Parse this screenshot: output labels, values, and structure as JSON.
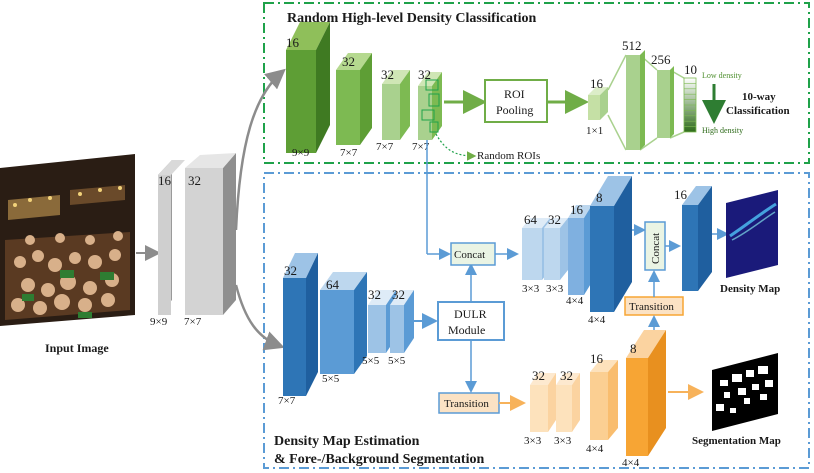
{
  "top_section": {
    "title": "Random High-level Density Classification",
    "layers": [
      {
        "channels": "16",
        "kernel": "9×9"
      },
      {
        "channels": "32",
        "kernel": "7×7"
      },
      {
        "channels": "32",
        "kernel": "7×7"
      },
      {
        "channels": "32",
        "kernel": "7×7"
      }
    ],
    "random_rois_label": "Random ROIs",
    "roi_pooling_line1": "ROI",
    "roi_pooling_line2": "Pooling",
    "fc_sizes": [
      "16",
      "512",
      "256",
      "10"
    ],
    "fc_input_size": "1×1",
    "low_density_label": "Low density",
    "high_density_label": "High density",
    "classification_line1": "10-way",
    "classification_line2": "Classification"
  },
  "input": {
    "label": "Input Image",
    "shared_layers": [
      {
        "channels": "16",
        "kernel": "9×9"
      },
      {
        "channels": "32",
        "kernel": "7×7"
      }
    ]
  },
  "bottom_section": {
    "title_line1": "Density Map Estimation",
    "title_line2": "& Fore-/Background Segmentation",
    "main_layers": [
      {
        "channels": "32",
        "kernel": "7×7"
      },
      {
        "channels": "64",
        "kernel": "5×5"
      },
      {
        "channels": "32",
        "kernel": "5×5"
      },
      {
        "channels": "32",
        "kernel": "5×5"
      }
    ],
    "dulr_line1": "DULR",
    "dulr_line2": "Module",
    "concat_label": "Concat",
    "transition_label": "Transition",
    "density_layers": [
      {
        "channels": "64",
        "kernel": "3×3"
      },
      {
        "channels": "32",
        "kernel": "3×3"
      },
      {
        "channels": "16",
        "kernel": "4×4"
      },
      {
        "channels": "8",
        "kernel": "4×4"
      }
    ],
    "final_concat_label": "Concat",
    "final_transition_label": "Transition",
    "final_layer_channels": "16",
    "density_map_label": "Density Map",
    "seg_layers": [
      {
        "channels": "32",
        "kernel": "3×3"
      },
      {
        "channels": "32",
        "kernel": "3×3"
      },
      {
        "channels": "16",
        "kernel": "4×4"
      },
      {
        "channels": "8",
        "kernel": "4×4"
      }
    ],
    "segmentation_map_label": "Segmentation Map"
  },
  "colors": {
    "green_border": "#1fa24a",
    "blue_border": "#5b9bd5",
    "green_dark": "#4e8f2e",
    "green_mid": "#70ad47",
    "green_light": "#a9d18e",
    "gray": "#b0b0b0",
    "blue_dark": "#2e75b6",
    "blue_mid": "#5b9bd5",
    "blue_light": "#9dc3e6",
    "orange": "#f7a534",
    "orange_light": "#fbd3a0",
    "arrow_blue": "#5b9bd5",
    "arrow_gray": "#8c8c8c",
    "arrow_green": "#70ad47",
    "arrow_orange": "#f7b25a"
  }
}
